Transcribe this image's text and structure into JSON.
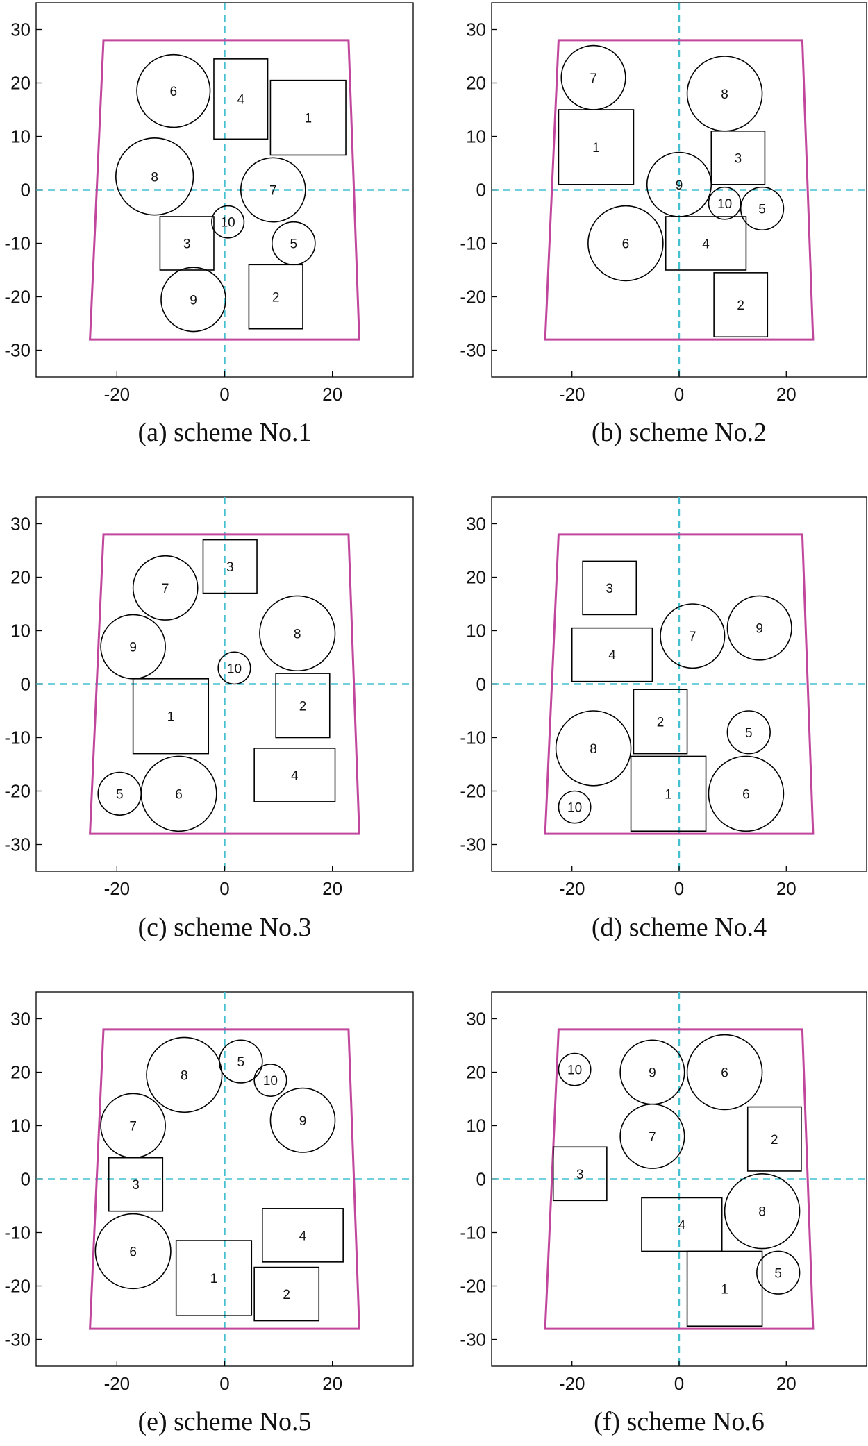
{
  "chart_data": [
    {
      "type": "scatter",
      "caption": "(a) scheme No.1",
      "xlim": [
        -35,
        35
      ],
      "ylim": [
        -35,
        35
      ],
      "xticks": [
        -20,
        0,
        20
      ],
      "yticks": [
        30,
        20,
        10,
        0,
        -10,
        -20,
        -30
      ],
      "boundary": [
        [
          -22.5,
          28
        ],
        [
          23,
          28
        ],
        [
          25,
          -28
        ],
        [
          -25,
          -28
        ]
      ],
      "items": [
        {
          "label": "1",
          "shape": "rect",
          "x": 15.5,
          "y": 13.5,
          "w": 14,
          "h": 14
        },
        {
          "label": "2",
          "shape": "rect",
          "x": 9.5,
          "y": -20,
          "w": 10,
          "h": 12
        },
        {
          "label": "3",
          "shape": "rect",
          "x": -7,
          "y": -10,
          "w": 10,
          "h": 10
        },
        {
          "label": "4",
          "shape": "rect",
          "x": 3,
          "y": 17,
          "w": 10,
          "h": 15
        },
        {
          "label": "5",
          "shape": "circle",
          "x": 12.8,
          "y": -10,
          "r": 4
        },
        {
          "label": "6",
          "shape": "circle",
          "x": -9.5,
          "y": 18.5,
          "r": 6.8
        },
        {
          "label": "7",
          "shape": "circle",
          "x": 9,
          "y": 0,
          "r": 6
        },
        {
          "label": "8",
          "shape": "circle",
          "x": -13,
          "y": 2.5,
          "r": 7.2
        },
        {
          "label": "9",
          "shape": "circle",
          "x": -5.8,
          "y": -20.5,
          "r": 6
        },
        {
          "label": "10",
          "shape": "circle",
          "x": 0.6,
          "y": -6,
          "r": 3
        }
      ]
    },
    {
      "type": "scatter",
      "caption": "(b) scheme No.2",
      "xlim": [
        -35,
        35
      ],
      "ylim": [
        -35,
        35
      ],
      "xticks": [
        -20,
        0,
        20
      ],
      "yticks": [
        30,
        20,
        10,
        0,
        -10,
        -20,
        -30
      ],
      "boundary": [
        [
          -22.5,
          28
        ],
        [
          23,
          28
        ],
        [
          25,
          -28
        ],
        [
          -25,
          -28
        ]
      ],
      "items": [
        {
          "label": "1",
          "shape": "rect",
          "x": -15.5,
          "y": 8,
          "w": 14,
          "h": 14
        },
        {
          "label": "2",
          "shape": "rect",
          "x": 11.5,
          "y": -21.5,
          "w": 10,
          "h": 12
        },
        {
          "label": "3",
          "shape": "rect",
          "x": 11,
          "y": 6,
          "w": 10,
          "h": 10
        },
        {
          "label": "4",
          "shape": "rect",
          "x": 5,
          "y": -10,
          "w": 15,
          "h": 10
        },
        {
          "label": "5",
          "shape": "circle",
          "x": 15.5,
          "y": -3.5,
          "r": 4
        },
        {
          "label": "6",
          "shape": "circle",
          "x": -10,
          "y": -10,
          "r": 7
        },
        {
          "label": "7",
          "shape": "circle",
          "x": -16,
          "y": 21,
          "r": 6
        },
        {
          "label": "8",
          "shape": "circle",
          "x": 8.5,
          "y": 18,
          "r": 7
        },
        {
          "label": "9",
          "shape": "circle",
          "x": 0,
          "y": 1,
          "r": 6
        },
        {
          "label": "10",
          "shape": "circle",
          "x": 8.5,
          "y": -2.5,
          "r": 3
        }
      ]
    },
    {
      "type": "scatter",
      "caption": "(c) scheme No.3",
      "xlim": [
        -35,
        35
      ],
      "ylim": [
        -35,
        35
      ],
      "xticks": [
        -20,
        0,
        20
      ],
      "yticks": [
        30,
        20,
        10,
        0,
        -10,
        -20,
        -30
      ],
      "boundary": [
        [
          -22.5,
          28
        ],
        [
          23,
          28
        ],
        [
          25,
          -28
        ],
        [
          -25,
          -28
        ]
      ],
      "items": [
        {
          "label": "1",
          "shape": "rect",
          "x": -10,
          "y": -6,
          "w": 14,
          "h": 14
        },
        {
          "label": "2",
          "shape": "rect",
          "x": 14.5,
          "y": -4,
          "w": 10,
          "h": 12
        },
        {
          "label": "3",
          "shape": "rect",
          "x": 1,
          "y": 22,
          "w": 10,
          "h": 10
        },
        {
          "label": "4",
          "shape": "rect",
          "x": 13,
          "y": -17,
          "w": 15,
          "h": 10
        },
        {
          "label": "5",
          "shape": "circle",
          "x": -19.5,
          "y": -20.5,
          "r": 4
        },
        {
          "label": "6",
          "shape": "circle",
          "x": -8.5,
          "y": -20.5,
          "r": 7
        },
        {
          "label": "7",
          "shape": "circle",
          "x": -11,
          "y": 18,
          "r": 6
        },
        {
          "label": "8",
          "shape": "circle",
          "x": 13.5,
          "y": 9.5,
          "r": 7
        },
        {
          "label": "9",
          "shape": "circle",
          "x": -17,
          "y": 7,
          "r": 6
        },
        {
          "label": "10",
          "shape": "circle",
          "x": 1.8,
          "y": 3,
          "r": 3
        }
      ]
    },
    {
      "type": "scatter",
      "caption": "(d) scheme No.4",
      "xlim": [
        -35,
        35
      ],
      "ylim": [
        -35,
        35
      ],
      "xticks": [
        -20,
        0,
        20
      ],
      "yticks": [
        30,
        20,
        10,
        0,
        -10,
        -20,
        -30
      ],
      "boundary": [
        [
          -22.5,
          28
        ],
        [
          23,
          28
        ],
        [
          25,
          -28
        ],
        [
          -25,
          -28
        ]
      ],
      "items": [
        {
          "label": "1",
          "shape": "rect",
          "x": -2,
          "y": -20.5,
          "w": 14,
          "h": 14
        },
        {
          "label": "2",
          "shape": "rect",
          "x": -3.5,
          "y": -7,
          "w": 10,
          "h": 12
        },
        {
          "label": "3",
          "shape": "rect",
          "x": -13,
          "y": 18,
          "w": 10,
          "h": 10
        },
        {
          "label": "4",
          "shape": "rect",
          "x": -12.5,
          "y": 5.5,
          "w": 15,
          "h": 10
        },
        {
          "label": "5",
          "shape": "circle",
          "x": 13,
          "y": -9,
          "r": 4
        },
        {
          "label": "6",
          "shape": "circle",
          "x": 12.5,
          "y": -20.5,
          "r": 7
        },
        {
          "label": "7",
          "shape": "circle",
          "x": 2.5,
          "y": 9,
          "r": 6
        },
        {
          "label": "8",
          "shape": "circle",
          "x": -16,
          "y": -12,
          "r": 7
        },
        {
          "label": "9",
          "shape": "circle",
          "x": 15,
          "y": 10.5,
          "r": 6
        },
        {
          "label": "10",
          "shape": "circle",
          "x": -19.5,
          "y": -23,
          "r": 3
        }
      ]
    },
    {
      "type": "scatter",
      "caption": "(e) scheme No.5",
      "xlim": [
        -35,
        35
      ],
      "ylim": [
        -35,
        35
      ],
      "xticks": [
        -20,
        0,
        20
      ],
      "yticks": [
        30,
        20,
        10,
        0,
        -10,
        -20,
        -30
      ],
      "boundary": [
        [
          -22.5,
          28
        ],
        [
          23,
          28
        ],
        [
          25,
          -28
        ],
        [
          -25,
          -28
        ]
      ],
      "items": [
        {
          "label": "1",
          "shape": "rect",
          "x": -2,
          "y": -18.5,
          "w": 14,
          "h": 14
        },
        {
          "label": "2",
          "shape": "rect",
          "x": 11.5,
          "y": -21.5,
          "w": 12,
          "h": 10
        },
        {
          "label": "3",
          "shape": "rect",
          "x": -16.5,
          "y": -1,
          "w": 10,
          "h": 10
        },
        {
          "label": "4",
          "shape": "rect",
          "x": 14.5,
          "y": -10.5,
          "w": 15,
          "h": 10
        },
        {
          "label": "5",
          "shape": "circle",
          "x": 3,
          "y": 22,
          "r": 4
        },
        {
          "label": "6",
          "shape": "circle",
          "x": -17,
          "y": -13.5,
          "r": 7
        },
        {
          "label": "7",
          "shape": "circle",
          "x": -17,
          "y": 10,
          "r": 6
        },
        {
          "label": "8",
          "shape": "circle",
          "x": -7.5,
          "y": 19.5,
          "r": 7
        },
        {
          "label": "9",
          "shape": "circle",
          "x": 14.5,
          "y": 11,
          "r": 6
        },
        {
          "label": "10",
          "shape": "circle",
          "x": 8.5,
          "y": 18.5,
          "r": 3
        }
      ]
    },
    {
      "type": "scatter",
      "caption": "(f) scheme No.6",
      "xlim": [
        -35,
        35
      ],
      "ylim": [
        -35,
        35
      ],
      "xticks": [
        -20,
        0,
        20
      ],
      "yticks": [
        30,
        20,
        10,
        0,
        -10,
        -20,
        -30
      ],
      "boundary": [
        [
          -22.5,
          28
        ],
        [
          23,
          28
        ],
        [
          25,
          -28
        ],
        [
          -25,
          -28
        ]
      ],
      "items": [
        {
          "label": "1",
          "shape": "rect",
          "x": 8.5,
          "y": -20.5,
          "w": 14,
          "h": 14
        },
        {
          "label": "2",
          "shape": "rect",
          "x": 17.8,
          "y": 7.5,
          "w": 10,
          "h": 12
        },
        {
          "label": "3",
          "shape": "rect",
          "x": -18.5,
          "y": 1,
          "w": 10,
          "h": 10
        },
        {
          "label": "4",
          "shape": "rect",
          "x": 0.5,
          "y": -8.5,
          "w": 15,
          "h": 10
        },
        {
          "label": "5",
          "shape": "circle",
          "x": 18.5,
          "y": -17.5,
          "r": 4
        },
        {
          "label": "6",
          "shape": "circle",
          "x": 8.5,
          "y": 20,
          "r": 7
        },
        {
          "label": "7",
          "shape": "circle",
          "x": -5,
          "y": 8,
          "r": 6
        },
        {
          "label": "8",
          "shape": "circle",
          "x": 15.5,
          "y": -6,
          "r": 7
        },
        {
          "label": "9",
          "shape": "circle",
          "x": -5,
          "y": 20,
          "r": 6
        },
        {
          "label": "10",
          "shape": "circle",
          "x": -19.5,
          "y": 20.5,
          "r": 3
        }
      ]
    }
  ],
  "colors": {
    "boundary": "#c0479c",
    "axis_dashed": "#44c0d0",
    "shape_stroke": "#000000",
    "frame": "#000000",
    "text": "#111111",
    "background": "#ffffff"
  }
}
